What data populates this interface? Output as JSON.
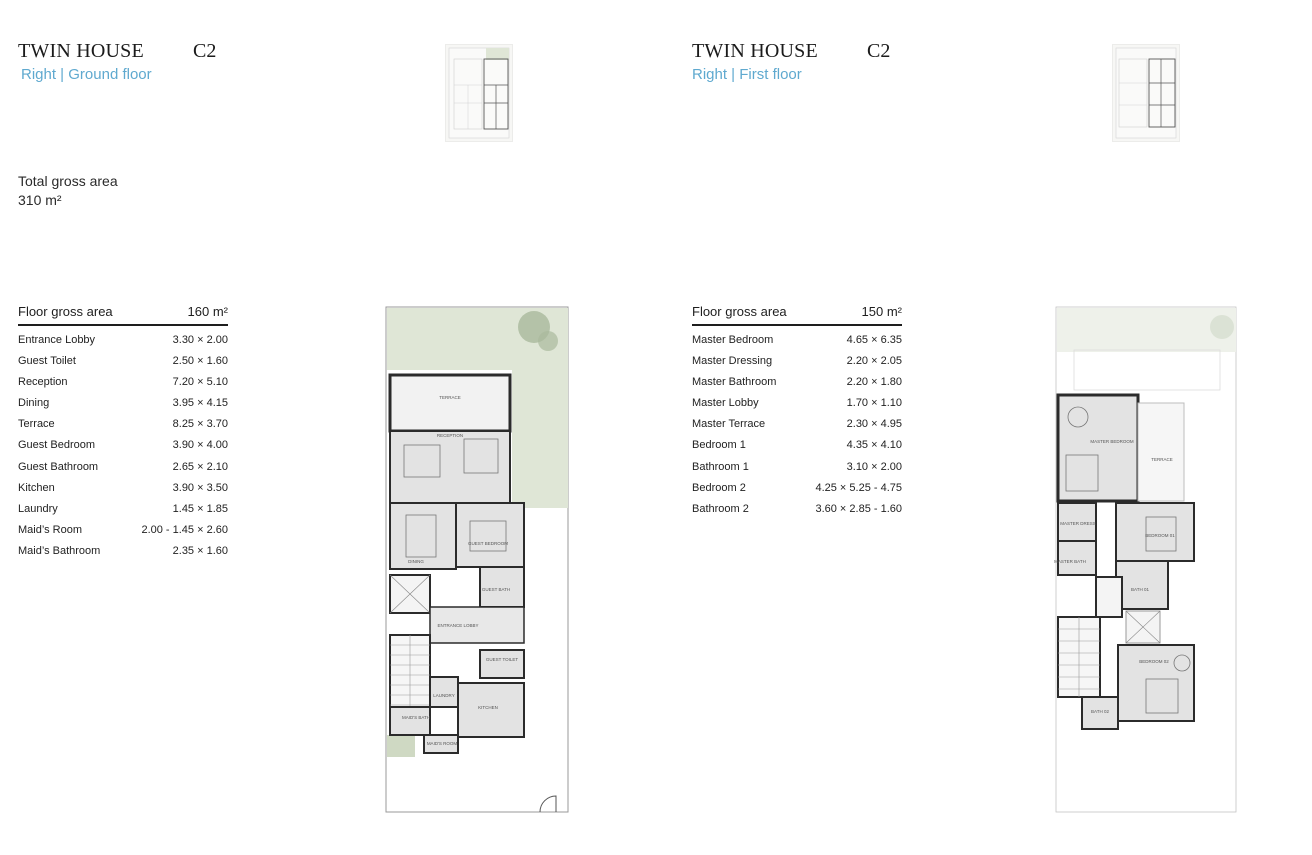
{
  "left": {
    "title": "TWIN HOUSE",
    "code": "C2",
    "subtitle": "Right | Ground floor",
    "total_label": "Total gross area",
    "total_value": "310 m²",
    "floor_label": "Floor gross area",
    "floor_value": "160 m²",
    "rooms": [
      {
        "name": "Entrance Lobby",
        "dims": "3.30 × 2.00"
      },
      {
        "name": "Guest Toilet",
        "dims": "2.50 × 1.60"
      },
      {
        "name": "Reception",
        "dims": "7.20 × 5.10"
      },
      {
        "name": "Dining",
        "dims": "3.95 × 4.15"
      },
      {
        "name": "Terrace",
        "dims": "8.25 × 3.70"
      },
      {
        "name": "Guest Bedroom",
        "dims": "3.90 × 4.00"
      },
      {
        "name": "Guest Bathroom",
        "dims": "2.65 × 2.10"
      },
      {
        "name": "Kitchen",
        "dims": "3.90 × 3.50"
      },
      {
        "name": "Laundry",
        "dims": "1.45 × 1.85"
      },
      {
        "name": "Maid’s Room",
        "dims": "2.00 - 1.45 × 2.60"
      },
      {
        "name": "Maid’s Bathroom",
        "dims": "2.35 × 1.60"
      }
    ],
    "plan_labels": {
      "terrace": "TERRACE",
      "reception": "RECEPTION",
      "dining": "DINING",
      "guest_bedroom": "GUEST BEDROOM",
      "guest_bath": "GUEST BATH",
      "entrance_lobby": "ENTRANCE LOBBY",
      "guest_toilet": "GUEST TOILET",
      "laundry": "LAUNDRY",
      "kitchen": "KITCHEN",
      "maids_bath": "MAID'S BATH",
      "maids_room": "MAID'S ROOM"
    }
  },
  "right": {
    "title": "TWIN HOUSE",
    "code": "C2",
    "subtitle": "Right | First floor",
    "floor_label": "Floor gross area",
    "floor_value": "150 m²",
    "rooms": [
      {
        "name": "Master Bedroom",
        "dims": "4.65 × 6.35"
      },
      {
        "name": "Master Dressing",
        "dims": "2.20 × 2.05"
      },
      {
        "name": "Master Bathroom",
        "dims": "2.20 × 1.80"
      },
      {
        "name": "Master Lobby",
        "dims": "1.70 × 1.10"
      },
      {
        "name": "Master Terrace",
        "dims": "2.30 × 4.95"
      },
      {
        "name": "Bedroom 1",
        "dims": "4.35 × 4.10"
      },
      {
        "name": "Bathroom 1",
        "dims": "3.10 × 2.00"
      },
      {
        "name": "Bedroom 2",
        "dims": "4.25 × 5.25 - 4.75"
      },
      {
        "name": "Bathroom 2",
        "dims": "3.60 × 2.85 - 1.60"
      }
    ],
    "plan_labels": {
      "master_bedroom": "MASTER BEDROOM",
      "terrace": "TERRACE",
      "master_dress": "MASTER DRESS",
      "master_bath": "MASTER BATH",
      "bedroom_1": "BEDROOM 01",
      "bath_1": "BATH 01",
      "bedroom_2": "BEDROOM 02",
      "bath_2": "BATH 02"
    }
  },
  "colors": {
    "accent_blue": "#5fa9cf",
    "wall": "#2b2b2b",
    "room_fill": "#e3e3e3",
    "garden": "#dfe6d6",
    "tree": "#a9b99c"
  }
}
